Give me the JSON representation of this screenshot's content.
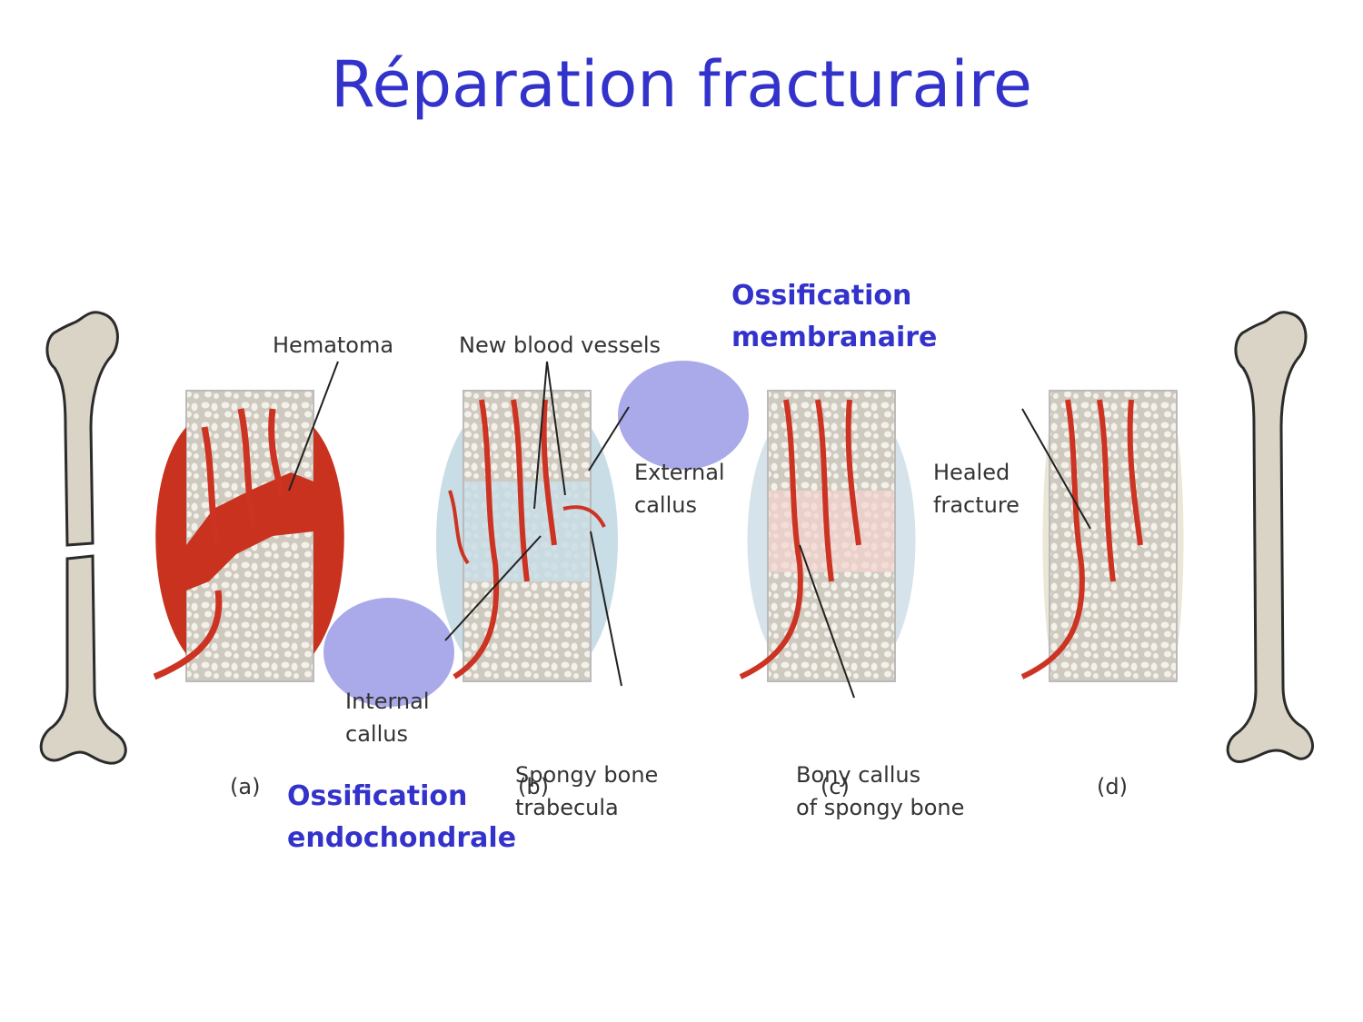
{
  "title": "Réparation fracturaire",
  "labels": {
    "hematoma": "Hematoma",
    "new_vessels": "New blood vessels",
    "external_callus": [
      "External",
      "callus"
    ],
    "internal_callus": [
      "Internal",
      "callus"
    ],
    "spongy_trabecula": [
      "Spongy bone",
      "trabecula"
    ],
    "bony_callus": [
      "Bony callus",
      "of spongy bone"
    ],
    "healed_fracture": [
      "Healed",
      "fracture"
    ]
  },
  "highlights": {
    "membranaire": [
      "Ossification",
      "membranaire"
    ],
    "endochondrale": [
      "Ossification",
      "endochondrale"
    ]
  },
  "panels": [
    "(a)",
    "(b)",
    "(c)",
    "(d)"
  ],
  "colors": {
    "title": "#3333cc",
    "highlight_bubble": "#9b9be6",
    "bone": "#d9d4c6",
    "vessel": "#cc3322",
    "hematoma": "#c8321e",
    "callus": "#c9dde6"
  }
}
